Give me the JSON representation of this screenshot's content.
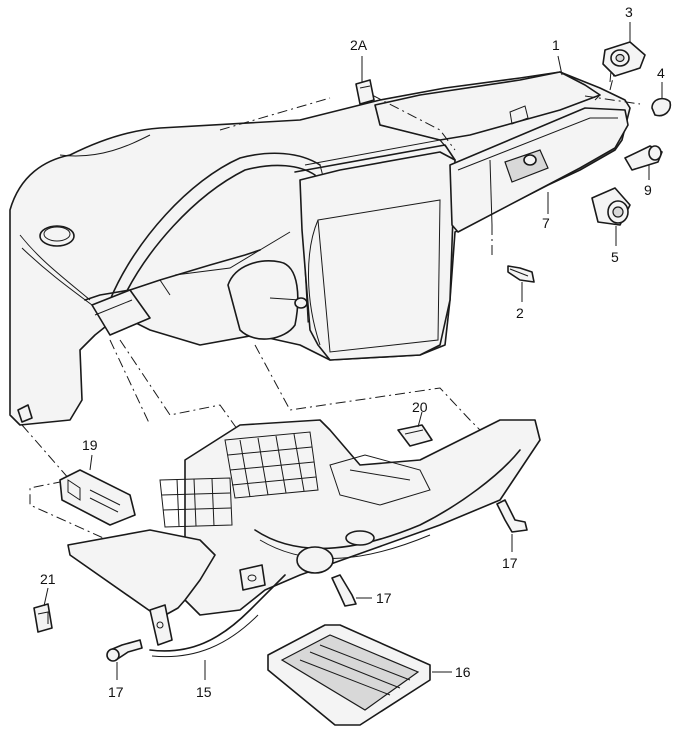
{
  "callouts": {
    "c1": "1",
    "c2": "2",
    "c2a": "2A",
    "c3": "3",
    "c4": "4",
    "c5": "5",
    "c7": "7",
    "c9": "9",
    "c15": "15",
    "c16": "16",
    "c17a": "17",
    "c17b": "17",
    "c17c": "17",
    "c19": "19",
    "c20": "20",
    "c21": "21"
  }
}
